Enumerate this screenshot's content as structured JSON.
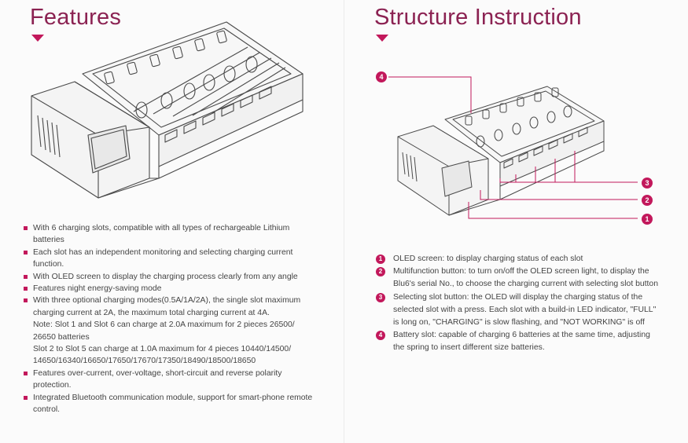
{
  "features": {
    "title": "Features",
    "items": [
      "With 6 charging slots, compatible with all types of rechargeable Lithium batteries",
      "Each slot has an independent monitoring and selecting charging current function.",
      "With OLED screen to display the charging process clearly from any angle",
      "Features night energy-saving mode",
      "With three optional charging modes(0.5A/1A/2A), the single slot maximum charging current at 2A, the maximum total charging current at 4A."
    ],
    "note_lines": [
      "Note: Slot 1 and Slot 6 can charge at 2.0A maximum for 2 pieces 26500/ 26650 batteries",
      "Slot 2 to Slot 5 can charge at 1.0A maximum for 4 pieces 10440/14500/ 14650/16340/16650/17650/17670/17350/18490/18500/18650"
    ],
    "items_after": [
      "Features over-current, over-voltage, short-circuit and reverse polarity protection.",
      "Integrated Bluetooth communication module, support for smart-phone remote control."
    ]
  },
  "structure": {
    "title": "Structure Instruction",
    "callouts": [
      "4",
      "3",
      "2",
      "1"
    ],
    "items": [
      {
        "num": "1",
        "text": "OLED screen: to display charging status of each slot"
      },
      {
        "num": "2",
        "text": "Multifunction button: to turn on/off the OLED screen light, to display the Blu6's serial No., to choose the charging current with selecting slot button"
      },
      {
        "num": "3",
        "text": "Selecting slot button: the OLED will display the charging status of the selected slot with a press. Each slot with a build-in  LED indicator, \"FULL\" is long on, \"CHARGING\" is slow flashing, and  \"NOT WORKING\" is off"
      },
      {
        "num": "4",
        "text": "Battery slot: capable of  charging 6 batteries at the same time, adjusting the spring to insert different size batteries."
      }
    ]
  },
  "colors": {
    "accent": "#c2185b",
    "heading": "#8b2252"
  }
}
